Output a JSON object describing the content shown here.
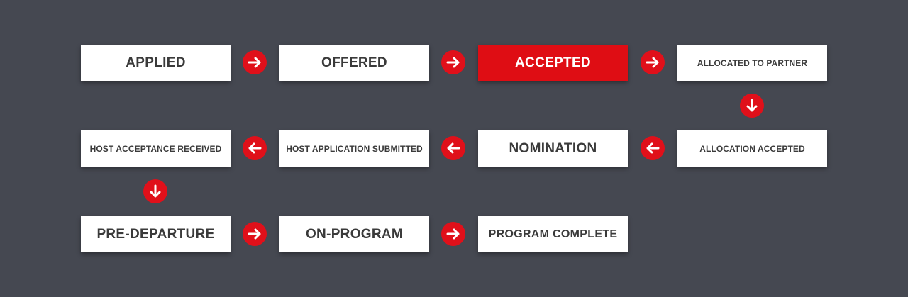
{
  "colors": {
    "background": "#454851",
    "box": "#ffffff",
    "active_box": "#df0d14",
    "arrow": "#e0101a",
    "text": "#3a3a3a"
  },
  "steps": [
    {
      "label": "APPLIED"
    },
    {
      "label": "OFFERED"
    },
    {
      "label": "ACCEPTED",
      "active": true
    },
    {
      "label": "ALLOCATED TO PARTNER"
    },
    {
      "label": "ALLOCATION ACCEPTED"
    },
    {
      "label": "NOMINATION"
    },
    {
      "label": "HOST APPLICATION SUBMITTED"
    },
    {
      "label": "HOST ACCEPTANCE RECEIVED"
    },
    {
      "label": "PRE-DEPARTURE"
    },
    {
      "label": "ON-PROGRAM"
    },
    {
      "label": "PROGRAM COMPLETE"
    }
  ],
  "arrows": [
    {
      "icon": "arrow-right-icon"
    },
    {
      "icon": "arrow-right-icon"
    },
    {
      "icon": "arrow-right-icon"
    },
    {
      "icon": "arrow-down-icon"
    },
    {
      "icon": "arrow-left-icon"
    },
    {
      "icon": "arrow-left-icon"
    },
    {
      "icon": "arrow-left-icon"
    },
    {
      "icon": "arrow-down-icon"
    },
    {
      "icon": "arrow-right-icon"
    },
    {
      "icon": "arrow-right-icon"
    }
  ]
}
